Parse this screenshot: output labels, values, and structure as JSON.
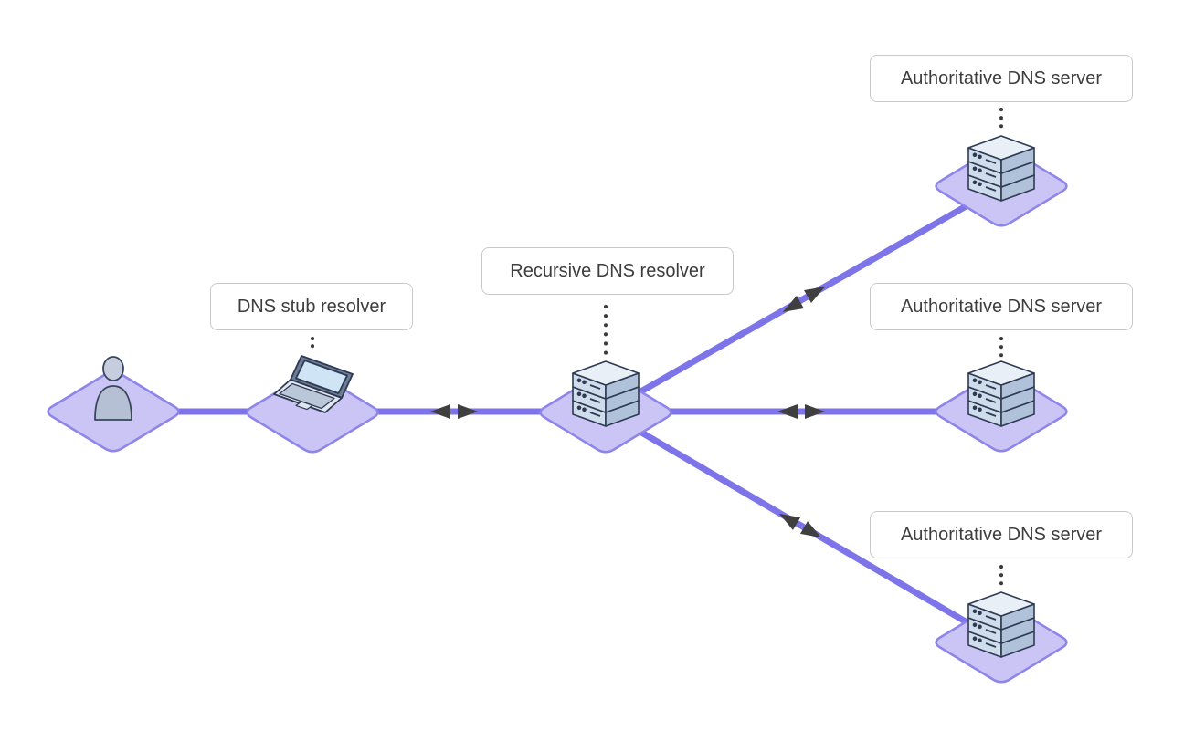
{
  "labels": {
    "stub": "DNS stub resolver",
    "resolver": "Recursive DNS resolver",
    "auth_top": "Authoritative DNS server",
    "auth_middle": "Authoritative DNS server",
    "auth_bottom": "Authoritative DNS server"
  },
  "nodes": [
    {
      "id": "user",
      "icon": "user-icon",
      "label": ""
    },
    {
      "id": "stub",
      "icon": "laptop-icon",
      "label": "DNS stub resolver"
    },
    {
      "id": "resolver",
      "icon": "server-icon",
      "label": "Recursive DNS resolver"
    },
    {
      "id": "auth_top",
      "icon": "server-icon",
      "label": "Authoritative DNS server"
    },
    {
      "id": "auth_middle",
      "icon": "server-icon",
      "label": "Authoritative DNS server"
    },
    {
      "id": "auth_bottom",
      "icon": "server-icon",
      "label": "Authoritative DNS server"
    }
  ],
  "edges": [
    {
      "from": "user",
      "to": "stub",
      "arrows": "none"
    },
    {
      "from": "stub",
      "to": "resolver",
      "arrows": "bidirectional"
    },
    {
      "from": "resolver",
      "to": "auth_top",
      "arrows": "bidirectional"
    },
    {
      "from": "resolver",
      "to": "auth_middle",
      "arrows": "bidirectional"
    },
    {
      "from": "resolver",
      "to": "auth_bottom",
      "arrows": "bidirectional"
    }
  ],
  "colors": {
    "link": "#7c74e8",
    "platform_fill": "#cbc5f5",
    "platform_stroke": "#8d85ea",
    "arrow": "#3f3f3f",
    "label_border": "#c9c9c9",
    "label_text": "#3d3d3d",
    "canvas_bg": "#ffffff"
  }
}
